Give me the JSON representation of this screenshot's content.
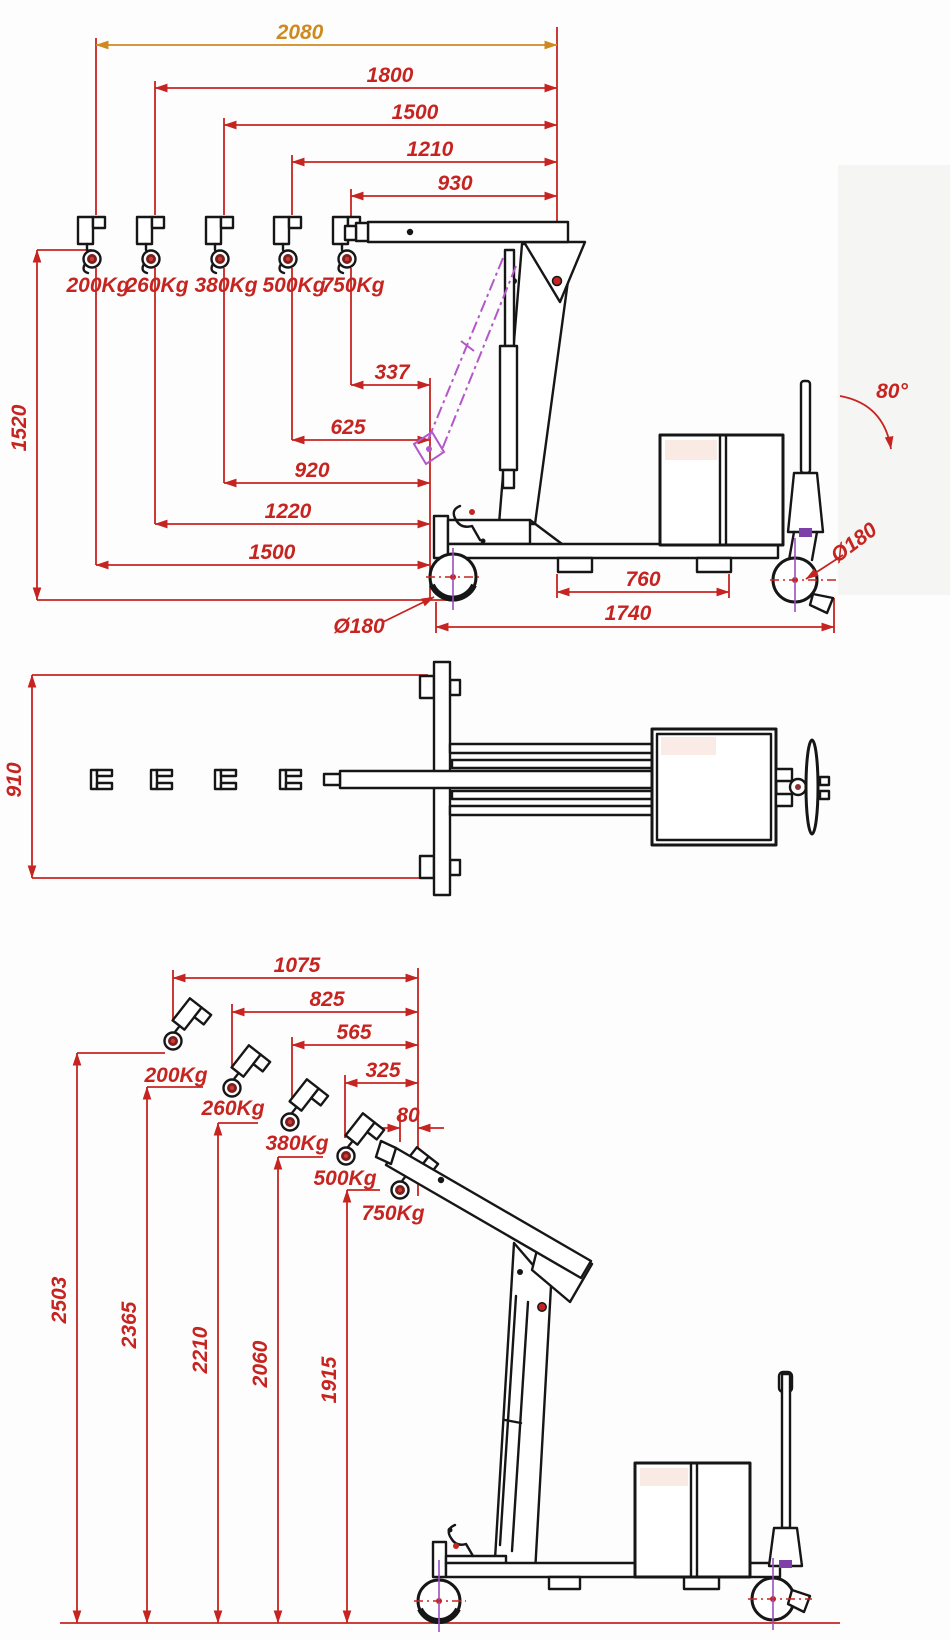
{
  "colors": {
    "dimension_red": "#c62420",
    "highlight_amber": "#cf8a1f",
    "ghost_magenta": "#b357c9",
    "centerline_purple": "#9a4fc0",
    "outline_black": "#161616"
  },
  "side_view_lowered": {
    "reach_dims": [
      "2080",
      "1800",
      "1500",
      "1210",
      "930"
    ],
    "hook_capacities": [
      "200Kg",
      "260Kg",
      "380Kg",
      "500Kg",
      "750Kg"
    ],
    "height_dim": "1520",
    "offset_dims": [
      "337",
      "625",
      "920",
      "1220",
      "1500"
    ],
    "support_span_dim": "760",
    "overall_length_dim": "1740",
    "front_wheel_dia": "Ø180",
    "rear_wheel_dia": "Ø180",
    "handle_angle": "80°"
  },
  "plan_view": {
    "overall_width_dim": "910"
  },
  "side_view_raised": {
    "reach_dims": [
      "1075",
      "825",
      "565",
      "325",
      "80"
    ],
    "hook_capacities": [
      "200Kg",
      "260Kg",
      "380Kg",
      "500Kg",
      "750Kg"
    ],
    "height_dims": [
      "2503",
      "2365",
      "2210",
      "2060",
      "1915"
    ]
  }
}
